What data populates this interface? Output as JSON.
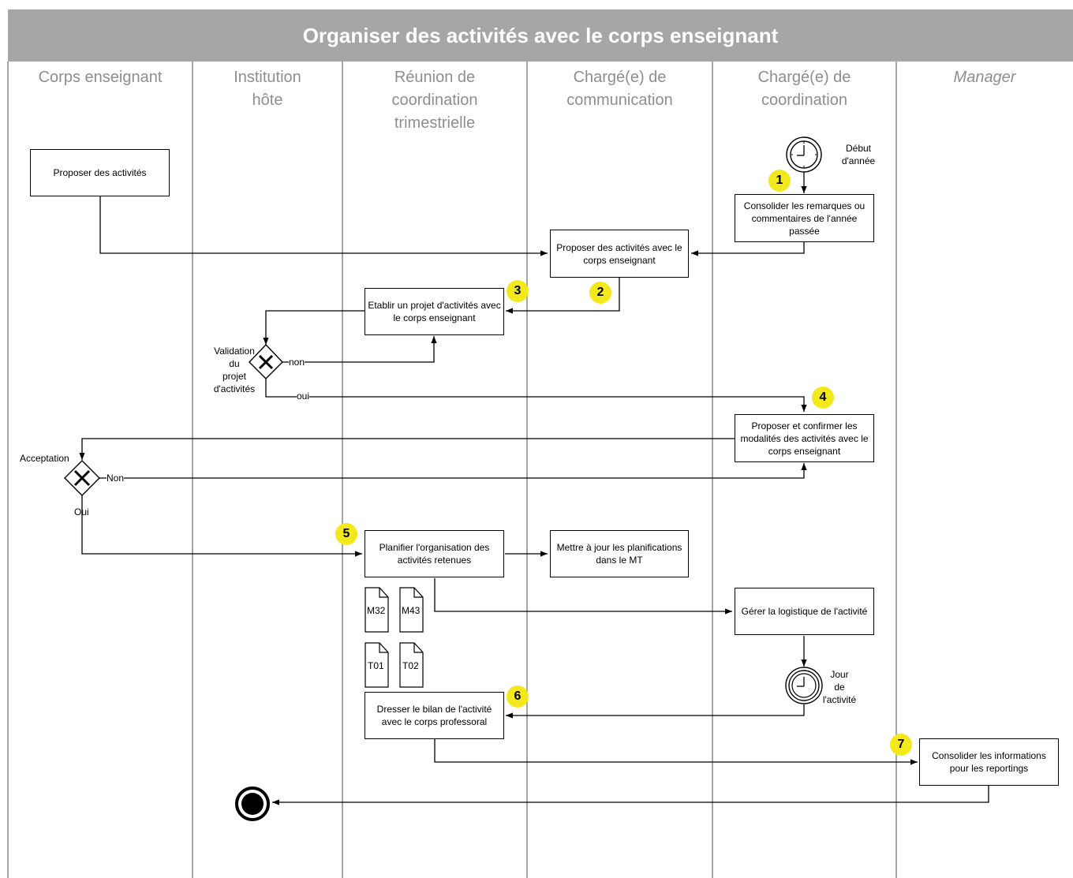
{
  "title": "Organiser des activités avec le corps enseignant",
  "lanes": [
    {
      "label": "Corps enseignant"
    },
    {
      "label": "Institution\nhôte"
    },
    {
      "label": "Réunion de\ncoordination\ntrimestrielle"
    },
    {
      "label": "Chargé(e) de\ncommunication"
    },
    {
      "label": "Chargé(e) de\ncoordination"
    },
    {
      "label": "Manager"
    }
  ],
  "tasks": {
    "proposer_activites": "Proposer des activités",
    "consolider_remarques": "Consolider les remarques ou commentaires de l'année passée",
    "proposer_avec_corps": "Proposer des activités avec le corps enseignant",
    "etablir_projet": "Etablir un projet d'activités avec le corps enseignant",
    "proposer_confirmer": "Proposer et confirmer les modalités des activités avec le corps enseignant",
    "planifier": "Planifier l'organisation des activités retenues",
    "mettre_a_jour": "Mettre à jour les planifications dans le MT",
    "gerer_logistique": "Gérer la logistique de l'activité",
    "dresser_bilan": "Dresser le bilan de l'activité avec le corps professoral",
    "consolider_infos": "Consolider les informations pour les reportings"
  },
  "events": {
    "debut": "Début\nd'année",
    "jour": "Jour\nde\nl'activité"
  },
  "gateways": {
    "validation": "Validation\ndu\nprojet\nd'activités",
    "acceptation": "Acceptation"
  },
  "flow_labels": {
    "non_lower": "non",
    "oui_lower": "oui",
    "non_upper": "Non",
    "oui_upper": "Oui"
  },
  "documents": [
    "M32",
    "M43",
    "T01",
    "T02"
  ],
  "badges": [
    "1",
    "2",
    "3",
    "4",
    "5",
    "6",
    "7"
  ],
  "colors": {
    "title_bg": "#a6a6a7",
    "lane_divider": "#a6a6a7",
    "badge": "#f3e81b"
  }
}
